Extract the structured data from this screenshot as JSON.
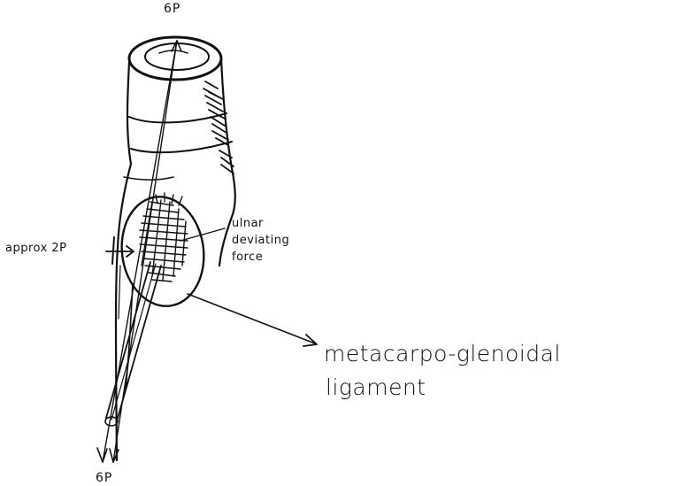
{
  "labels": {
    "top_force": "6P",
    "bottom_force": "6P",
    "side_force": "approx 2P",
    "ulnar_line1": "ulnar",
    "ulnar_line2": "deviating",
    "ulnar_line3": "force",
    "ligament_line1": "metacarpo-glenoidal",
    "ligament_line2": "ligament"
  }
}
